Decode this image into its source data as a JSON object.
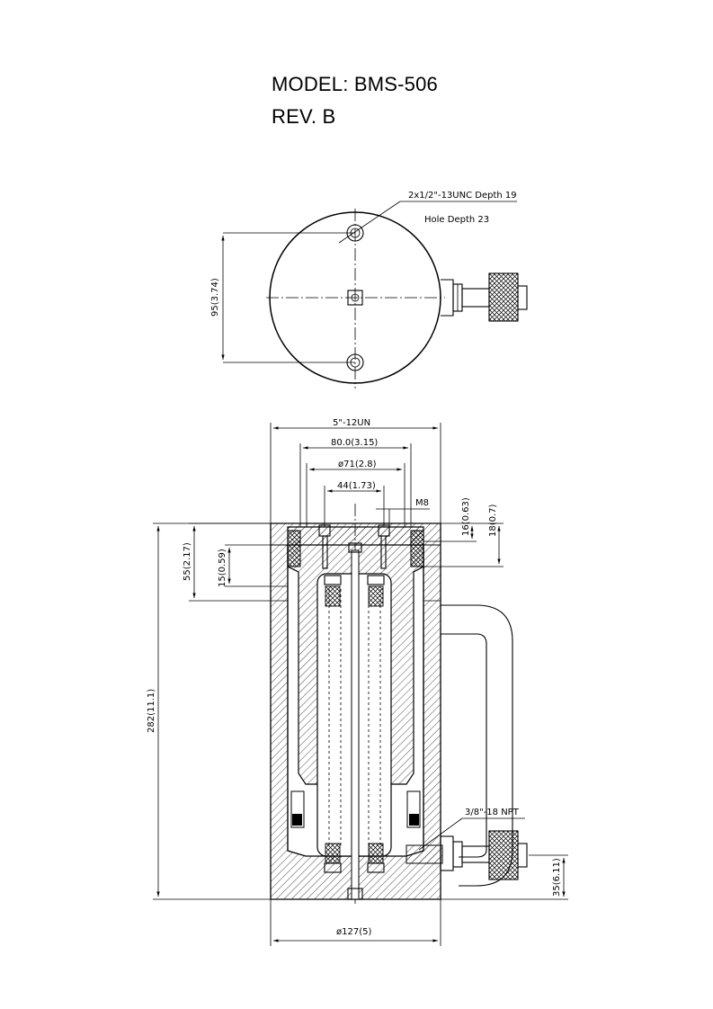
{
  "header": {
    "model": "MODEL: BMS-506",
    "revision": "REV. B"
  },
  "top_view": {
    "hole_callout_line1": "2x1/2\"-13UNC Depth 19",
    "hole_callout_line2": "Hole Depth 23",
    "diameter_dim": "95(3.74)"
  },
  "section_view": {
    "thread_dim": "5\"-12UN",
    "width_dim": "80.0(3.15)",
    "inner_dia_dim": "ø71(2.8)",
    "bolt_spacing_dim": "44(1.73)",
    "thread_m8": "M8",
    "dim_16": "16(0.63)",
    "dim_18": "18(0.7)",
    "dim_55": "55(2.17)",
    "dim_15": "15(0.59)",
    "height_dim": "282(11.1)",
    "port_callout": "3/8\"-18 NPT",
    "port_height_dim": "35(6.11)",
    "outer_dia_dim": "ø127(5)"
  }
}
